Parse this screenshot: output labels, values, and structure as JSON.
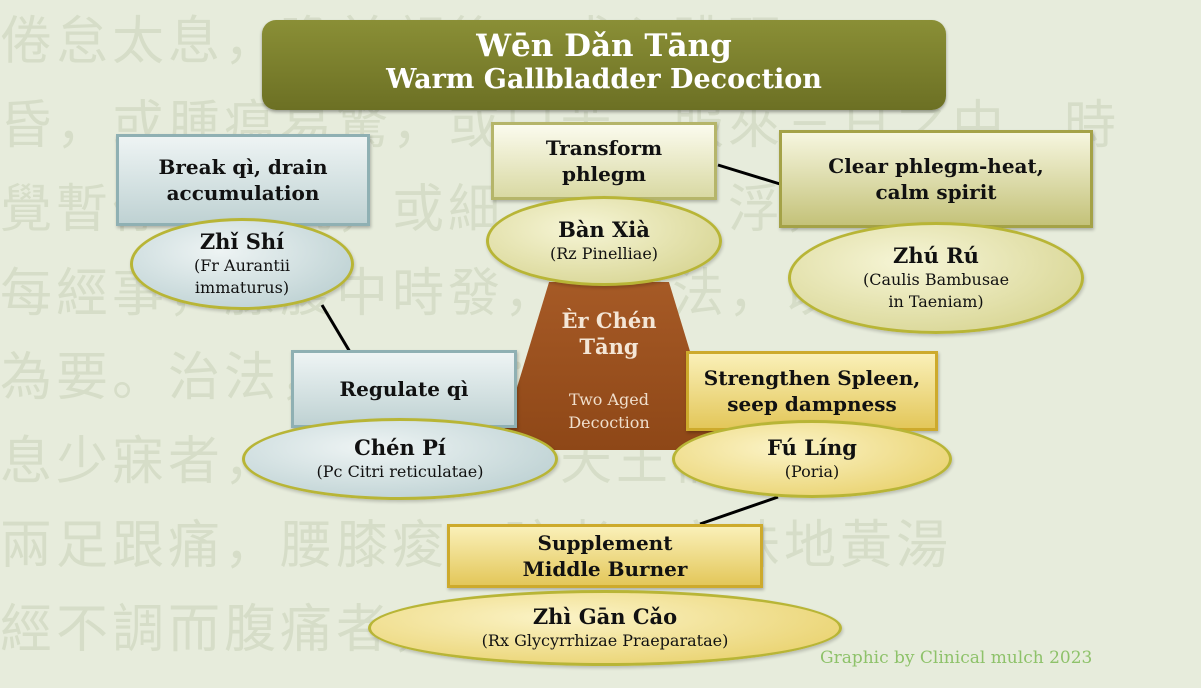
{
  "background_text": [
    "倦怠太息，瞻前顧後，或心跳頭",
    "昏，或腫瘟易驚，或口苦，服來三日之中，時",
    "覺暫停，脈沉，或細，常夢，浮，每",
    "每經事，膝腹中時發，宜治法，以暢懷",
    "為要。治法，逍遙散；倦",
    "息少寐者，歸脾口乾，天王補心丹",
    "兩足跟痛，腰膝痠，眩者，六味地黃湯",
    "經不調而腹痛者，加阿膠，香附、"
  ],
  "title": {
    "line1": "Wēn Dǎn Tāng",
    "line2": "Warm Gallbladder Decoction"
  },
  "center": {
    "name_line1": "Èr Chén",
    "name_line2": "Tāng",
    "sub_line1": "Two Aged",
    "sub_line2": "Decoction"
  },
  "herbs": [
    {
      "action_line1": "Break qì, drain",
      "action_line2": "accumulation",
      "name": "Zhǐ Shí",
      "latin_line1": "(Fr Aurantii",
      "latin_line2": "immaturus)"
    },
    {
      "action_line1": "Transform",
      "action_line2": "phlegm",
      "name": "Bàn Xià",
      "latin_line1": "(Rz Pinelliae)",
      "latin_line2": ""
    },
    {
      "action_line1": "Clear phlegm-heat,",
      "action_line2": "calm spirit",
      "name": "Zhú Rú",
      "latin_line1": "(Caulis Bambusae",
      "latin_line2": "in Taeniam)"
    },
    {
      "action_line1": "Regulate qì",
      "action_line2": "",
      "name": "Chén Pí",
      "latin_line1": "(Pc Citri reticulatae)",
      "latin_line2": ""
    },
    {
      "action_line1": "Strengthen Spleen,",
      "action_line2": "seep dampness",
      "name": "Fú Líng",
      "latin_line1": "(Poria)",
      "latin_line2": ""
    },
    {
      "action_line1": "Supplement",
      "action_line2": "Middle Burner",
      "name": "Zhì Gān Cǎo",
      "latin_line1": "(Rx Glycyrrhizae Praeparatae)",
      "latin_line2": ""
    }
  ],
  "credit": "Graphic by Clinical mulch 2023",
  "colors": {
    "title_bg": "#7b7f2d",
    "pyramid": "#9c5220",
    "blue": "#b3cacc",
    "olive": "#d2cf86",
    "gold": "#e6cc5e",
    "credit": "#8ec26a"
  }
}
